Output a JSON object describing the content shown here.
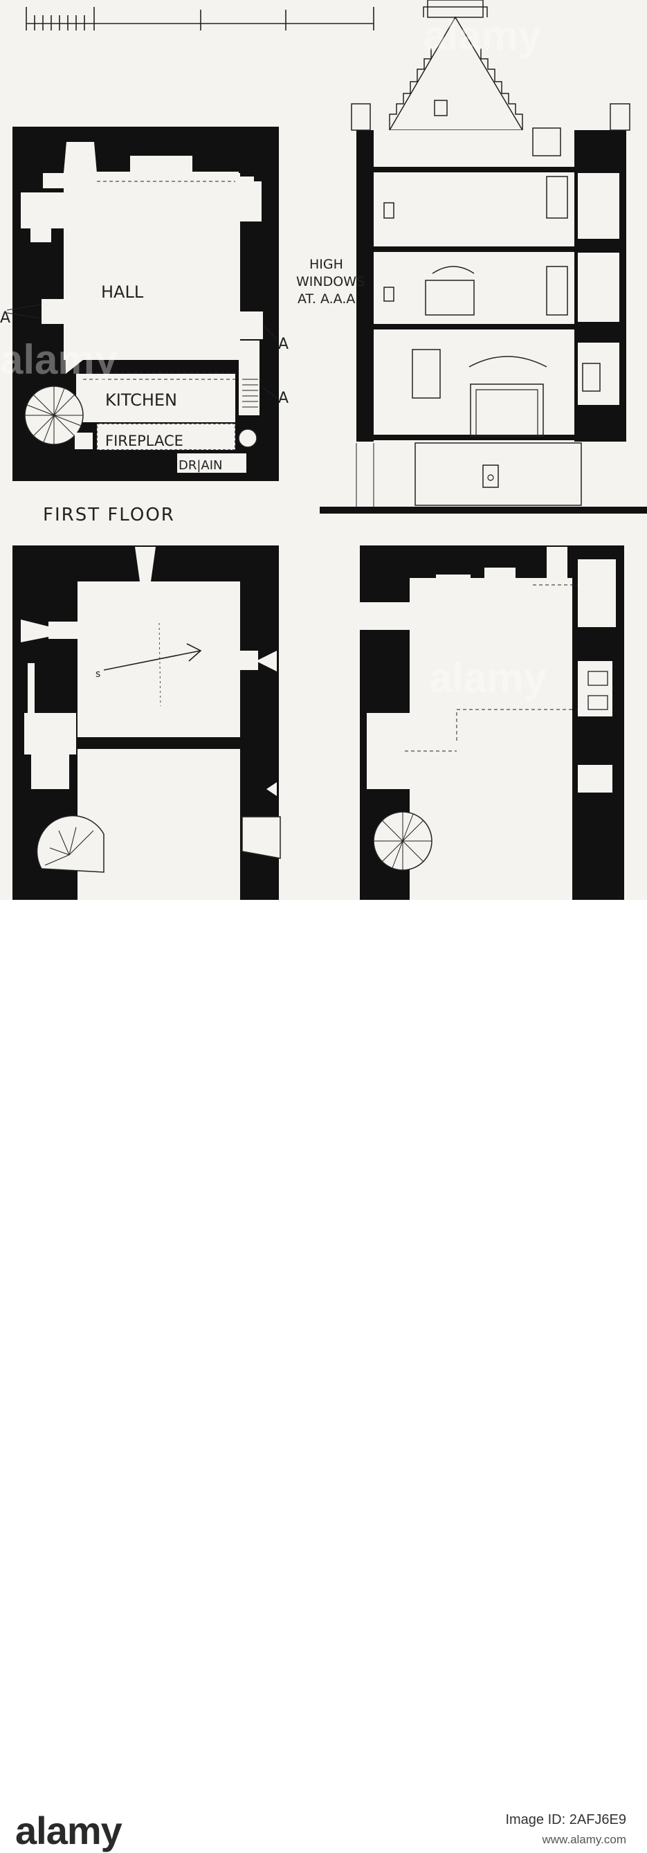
{
  "labels": {
    "hall": "HALL",
    "kitchen": "KITCHEN",
    "fireplace": "FIREPLACE",
    "drain": "DR|AIN",
    "high": "HIGH",
    "windows": "WINDOWS",
    "at_aaa": "AT. A.A.A",
    "mark_a": "A",
    "first_floor": "FIRST  FLOOR",
    "stair_mark": "s"
  },
  "watermark_text": "alamy",
  "footer": {
    "logo": "alamy",
    "image_id": "Image ID: 2AFJ6E9",
    "site": "www.alamy.com"
  },
  "colors": {
    "ink": "#111111",
    "paper": "#f4f3ef",
    "line": "#222222"
  }
}
